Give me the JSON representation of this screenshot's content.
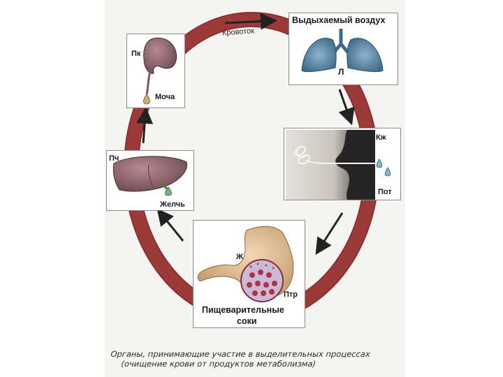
{
  "circulation": {
    "label": "Кровоток",
    "ring_color": "#9b3a38"
  },
  "lungs": {
    "title": "Выдыхаемый воздух",
    "letter": "Л"
  },
  "kidney": {
    "letter": "Пк",
    "product": "Моча"
  },
  "skin": {
    "letter": "Кж",
    "product": "Пот"
  },
  "liver": {
    "letter": "Пч",
    "product": "Желчь"
  },
  "digestive": {
    "letter_stomach": "Ж",
    "letter_pancreas": "Птр",
    "product_line1": "Пищеварительные",
    "product_line2": "соки"
  },
  "caption": {
    "line1": "Органы, принимающие участие в выделительных процессах",
    "line2": "(очищение крови от продуктов метаболизма)"
  },
  "icons": [
    "lungs-icon",
    "kidney-icon",
    "skin-section-icon",
    "liver-icon",
    "stomach-icon",
    "pancreas-icon",
    "droplet-icon"
  ]
}
